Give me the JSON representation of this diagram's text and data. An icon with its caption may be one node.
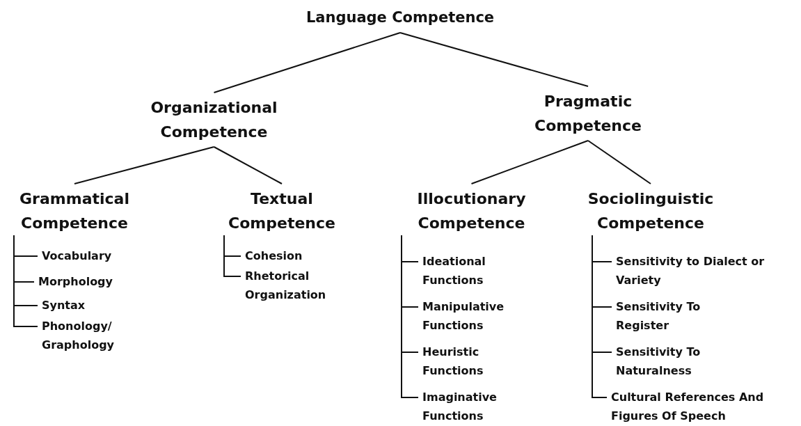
{
  "diagram": {
    "nodes": [
      {
        "text": [
          "Language Competence"
        ]
      },
      {
        "text": [
          "Organizational Competence"
        ]
      },
      {
        "text": [
          "Pragmatic Competence"
        ]
      },
      {
        "text": [
          "Grammatical Competence"
        ]
      },
      {
        "text": [
          "Textual Competence"
        ]
      },
      {
        "text": [
          "Illocutionary Competence"
        ]
      },
      {
        "text": [
          "Sociolinguistic Competence"
        ]
      },
      {
        "text": [
          "Vocabulary"
        ]
      },
      {
        "text": [
          "Morphology"
        ]
      },
      {
        "text": [
          "Syntax"
        ]
      },
      {
        "text": [
          "Phonology/ Graphology"
        ]
      },
      {
        "text": [
          "Cohesion"
        ]
      },
      {
        "text": [
          "Rhetorical Organization"
        ]
      },
      {
        "text": [
          "Ideational Functions"
        ]
      },
      {
        "text": [
          "Manipulative Functions"
        ]
      },
      {
        "text": [
          "Heuristic Functions"
        ]
      },
      {
        "text": [
          "Imaginative Functions"
        ]
      },
      {
        "text": [
          "Sensitivity to Dialect or Variety"
        ]
      },
      {
        "text": [
          "Sensitivity To Register"
        ]
      },
      {
        "text": [
          "Sensitivity To Naturalness"
        ]
      },
      {
        "text": [
          "Cultural References And Figures Of Speech"
        ]
      }
    ],
    "edges": [
      {
        "from": 0,
        "to": 1,
        "arrow": "none"
      },
      {
        "from": 0,
        "to": 2,
        "arrow": "none"
      },
      {
        "from": 1,
        "to": 3,
        "arrow": "none"
      },
      {
        "from": 1,
        "to": 4,
        "arrow": "none"
      },
      {
        "from": 2,
        "to": 5,
        "arrow": "none"
      },
      {
        "from": 2,
        "to": 6,
        "arrow": "none"
      },
      {
        "from": 3,
        "to": 7,
        "arrow": "none"
      },
      {
        "from": 3,
        "to": 8,
        "arrow": "none"
      },
      {
        "from": 3,
        "to": 9,
        "arrow": "none"
      },
      {
        "from": 3,
        "to": 10,
        "arrow": "none"
      },
      {
        "from": 4,
        "to": 11,
        "arrow": "none"
      },
      {
        "from": 4,
        "to": 12,
        "arrow": "none"
      },
      {
        "from": 5,
        "to": 13,
        "arrow": "none"
      },
      {
        "from": 5,
        "to": 14,
        "arrow": "none"
      },
      {
        "from": 5,
        "to": 15,
        "arrow": "none"
      },
      {
        "from": 5,
        "to": 16,
        "arrow": "none"
      },
      {
        "from": 6,
        "to": 17,
        "arrow": "none"
      },
      {
        "from": 6,
        "to": 18,
        "arrow": "none"
      },
      {
        "from": 6,
        "to": 19,
        "arrow": "none"
      },
      {
        "from": 6,
        "to": 20,
        "arrow": "none"
      }
    ]
  }
}
